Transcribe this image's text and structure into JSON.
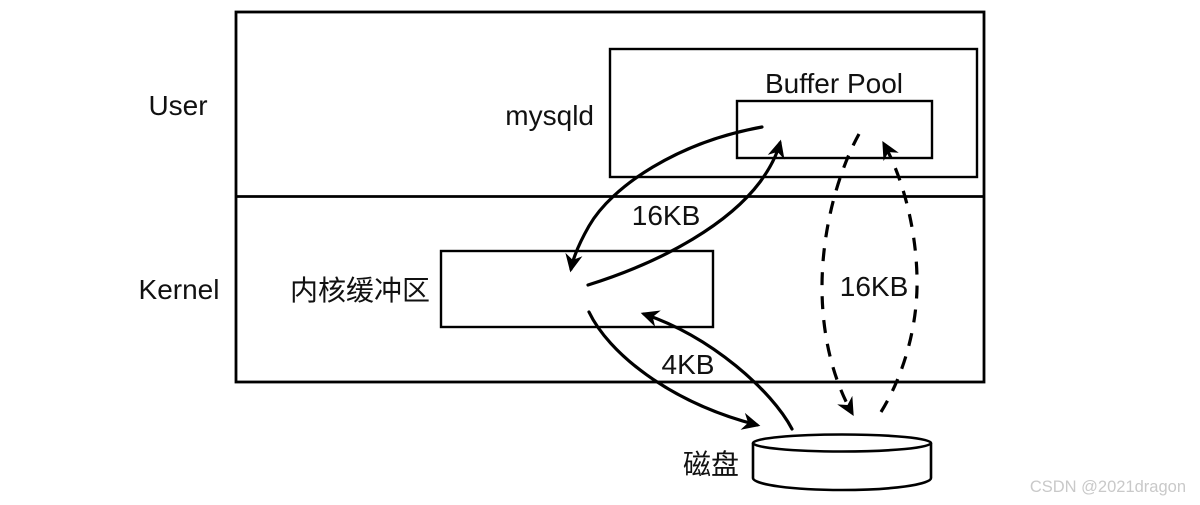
{
  "diagram": {
    "regions": {
      "user_label": "User",
      "kernel_label": "Kernel"
    },
    "mysqld": {
      "label": "mysqld",
      "buffer_pool_label": "Buffer Pool"
    },
    "kernel_buffer": {
      "label": "内核缓冲区"
    },
    "disk": {
      "label": "磁盘"
    },
    "flows": {
      "bufferpool_kernel_size": "16KB",
      "kernel_disk_size": "4KB",
      "bufferpool_disk_size": "16KB"
    },
    "watermark": "CSDN @2021dragon",
    "colors": {
      "line": "#000000",
      "watermark": "#c9c9c9",
      "background": "#ffffff"
    }
  }
}
